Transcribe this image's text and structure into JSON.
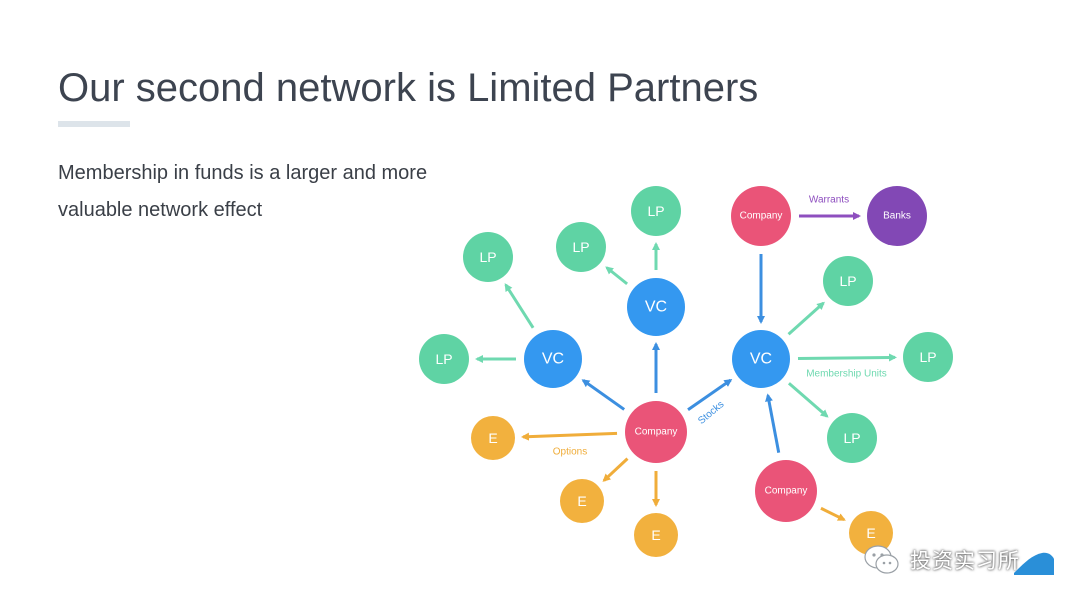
{
  "slide": {
    "title": "Our second network is Limited Partners",
    "subtitle_lines": [
      "Membership in funds is a larger and more",
      "valuable network effect"
    ]
  },
  "colors": {
    "lp": "#5fd3a4",
    "vc": "#3498f0",
    "company": "#ea5478",
    "e": "#f2b13e",
    "banks": "#8248b5",
    "arrow_lp": "#6fd9b0",
    "arrow_vc": "#3c8fe0",
    "arrow_e": "#f0ad3a",
    "arrow_banks": "#8e4fbf"
  },
  "diagram": {
    "nodes": [
      {
        "id": "lp1",
        "label": "LP",
        "kind": "lp"
      },
      {
        "id": "lp2",
        "label": "LP",
        "kind": "lp"
      },
      {
        "id": "lp3",
        "label": "LP",
        "kind": "lp"
      },
      {
        "id": "lp4",
        "label": "LP",
        "kind": "lp"
      },
      {
        "id": "lp5",
        "label": "LP",
        "kind": "lp"
      },
      {
        "id": "lp6",
        "label": "LP",
        "kind": "lp"
      },
      {
        "id": "lp7",
        "label": "LP",
        "kind": "lp"
      },
      {
        "id": "vc1",
        "label": "VC",
        "kind": "vc"
      },
      {
        "id": "vc2",
        "label": "VC",
        "kind": "vc"
      },
      {
        "id": "vc3",
        "label": "VC",
        "kind": "vc"
      },
      {
        "id": "company1",
        "label": "Company",
        "kind": "company"
      },
      {
        "id": "company2",
        "label": "Company",
        "kind": "company"
      },
      {
        "id": "company3",
        "label": "Company",
        "kind": "company"
      },
      {
        "id": "banks",
        "label": "Banks",
        "kind": "banks"
      },
      {
        "id": "e1",
        "label": "E",
        "kind": "e"
      },
      {
        "id": "e2",
        "label": "E",
        "kind": "e"
      },
      {
        "id": "e3",
        "label": "E",
        "kind": "e"
      },
      {
        "id": "e4",
        "label": "E",
        "kind": "e"
      }
    ],
    "edges": [
      {
        "from": "vc1",
        "to": "lp1",
        "kind": "lp"
      },
      {
        "from": "vc1",
        "to": "lp2",
        "kind": "lp"
      },
      {
        "from": "vc2",
        "to": "lp3",
        "kind": "lp"
      },
      {
        "from": "vc2",
        "to": "lp4",
        "kind": "lp"
      },
      {
        "from": "vc3",
        "to": "lp5",
        "kind": "lp"
      },
      {
        "from": "vc3",
        "to": "lp6",
        "kind": "lp",
        "label": "Membership Units"
      },
      {
        "from": "vc3",
        "to": "lp7",
        "kind": "lp"
      },
      {
        "from": "company1",
        "to": "vc1",
        "kind": "vc"
      },
      {
        "from": "company1",
        "to": "vc2",
        "kind": "vc"
      },
      {
        "from": "company1",
        "to": "vc3",
        "kind": "vc",
        "label": "Stocks"
      },
      {
        "from": "company2",
        "to": "vc3",
        "kind": "vc"
      },
      {
        "from": "company3",
        "to": "vc3",
        "kind": "vc"
      },
      {
        "from": "company2",
        "to": "banks",
        "kind": "banks",
        "label": "Warrants"
      },
      {
        "from": "company1",
        "to": "e1",
        "kind": "e",
        "label": "Options"
      },
      {
        "from": "company1",
        "to": "e2",
        "kind": "e"
      },
      {
        "from": "company1",
        "to": "e3",
        "kind": "e"
      },
      {
        "from": "company3",
        "to": "e4",
        "kind": "e"
      }
    ]
  },
  "watermark": {
    "text": "投资实习所",
    "icon": "wechat-icon"
  }
}
